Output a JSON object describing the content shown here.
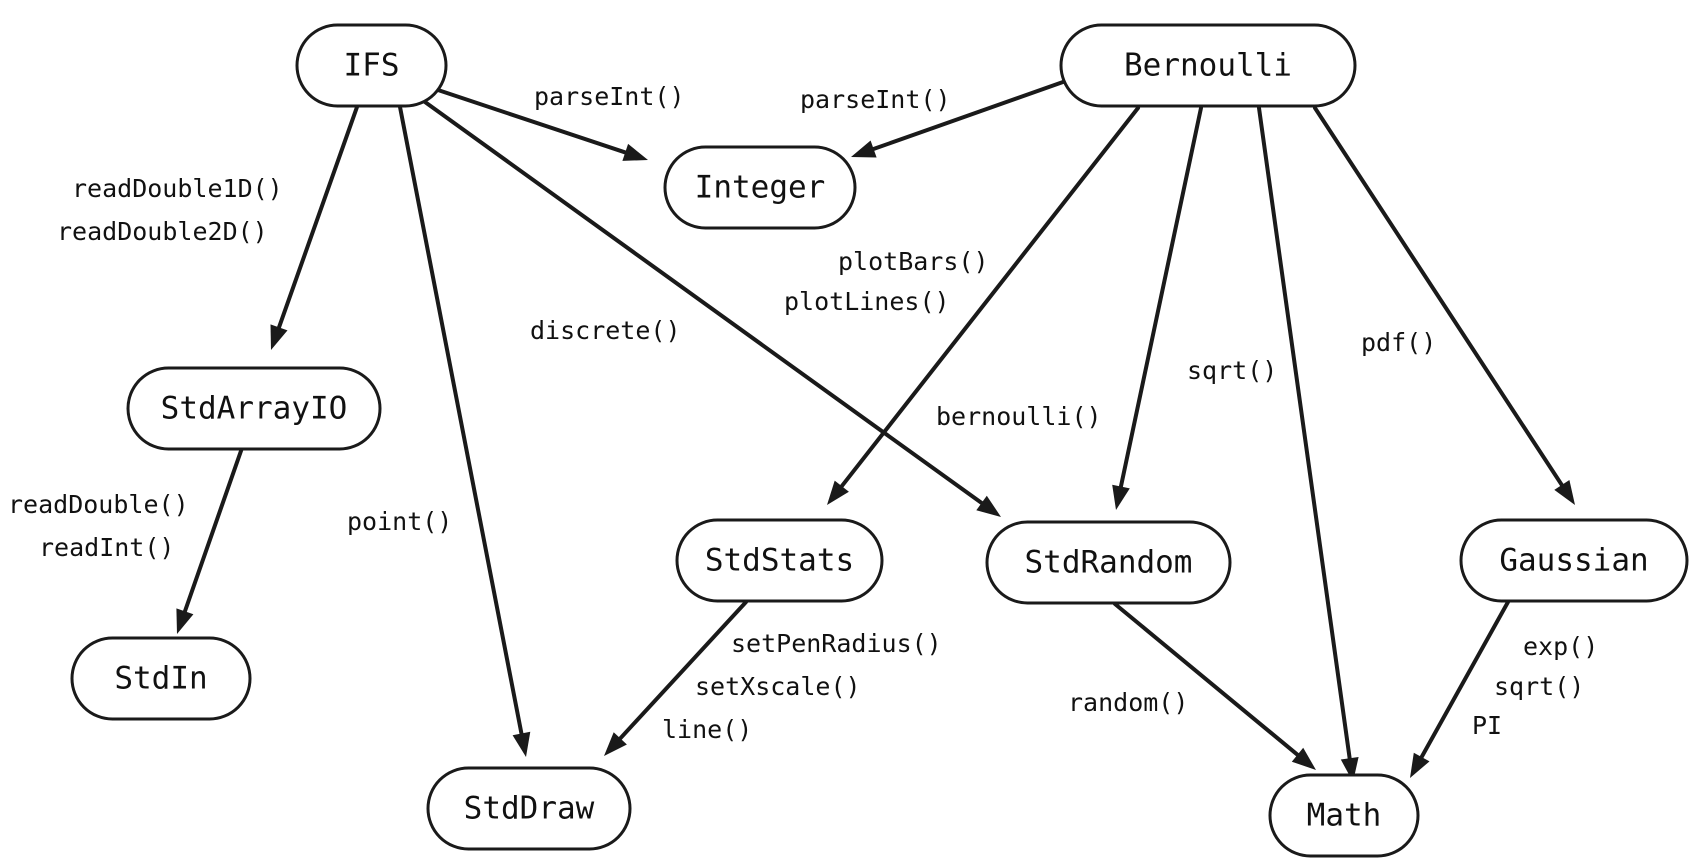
{
  "nodes": {
    "ifs": "IFS",
    "bernoulli": "Bernoulli",
    "integer": "Integer",
    "stdarrayio": "StdArrayIO",
    "stdin": "StdIn",
    "stddraw": "StdDraw",
    "stdstats": "StdStats",
    "stdrandom": "StdRandom",
    "gaussian": "Gaussian",
    "math": "Math"
  },
  "labels": {
    "ifs_integer": [
      "parseInt()"
    ],
    "bernoulli_integer": [
      "parseInt()"
    ],
    "ifs_stdarrayio": [
      "readDouble1D()",
      "readDouble2D()"
    ],
    "ifs_stdrandom": [
      "discrete()"
    ],
    "ifs_stddraw": [
      "point()"
    ],
    "stdarrayio_stdin": [
      "readDouble()",
      "readInt()"
    ],
    "bernoulli_stdstats": [
      "plotBars()",
      "plotLines()"
    ],
    "bernoulli_stdrandom": [
      "bernoulli()"
    ],
    "bernoulli_math": [
      "sqrt()"
    ],
    "bernoulli_gaussian": [
      "pdf()"
    ],
    "stdstats_stddraw": [
      "setPenRadius()",
      "setXscale()",
      "line()"
    ],
    "stdrandom_math": [
      "random()"
    ],
    "gaussian_math": [
      "exp()",
      "sqrt()",
      "PI"
    ]
  }
}
